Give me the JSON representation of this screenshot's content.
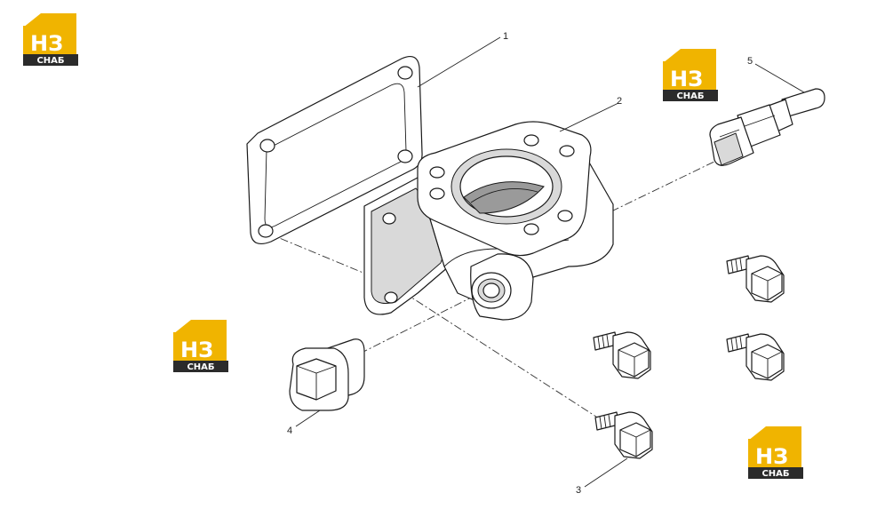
{
  "logo": {
    "letters": "НЗ",
    "text": "СНАБ",
    "colors": {
      "accent": "#f0b400",
      "dark": "#2b2b2b"
    }
  },
  "callouts": [
    "1",
    "2",
    "3",
    "4",
    "5"
  ]
}
